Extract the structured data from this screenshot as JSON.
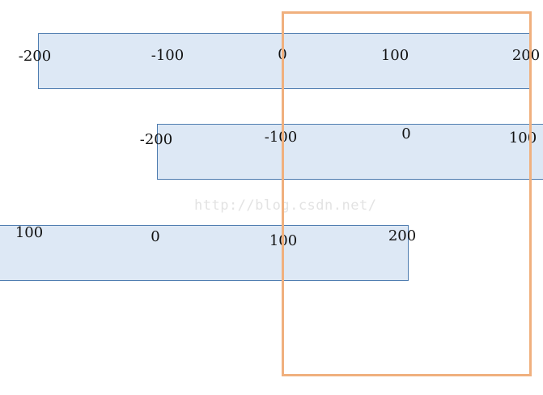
{
  "strips": [
    {
      "ticks": [
        {
          "label": "-200"
        },
        {
          "label": "-100"
        },
        {
          "label": "0"
        },
        {
          "label": "100"
        },
        {
          "label": "200"
        }
      ]
    },
    {
      "ticks": [
        {
          "label": "-200"
        },
        {
          "label": "-100"
        },
        {
          "label": "0"
        },
        {
          "label": "100"
        }
      ]
    },
    {
      "ticks": [
        {
          "label": "100"
        },
        {
          "label": "0"
        },
        {
          "label": "100"
        },
        {
          "label": "200"
        }
      ]
    }
  ],
  "watermark": "http://blog.csdn.net/",
  "colors": {
    "strip_fill": "#dde8f5",
    "strip_border": "#4f7db0",
    "viewport_frame": "#f0b07e",
    "text": "#111111"
  }
}
